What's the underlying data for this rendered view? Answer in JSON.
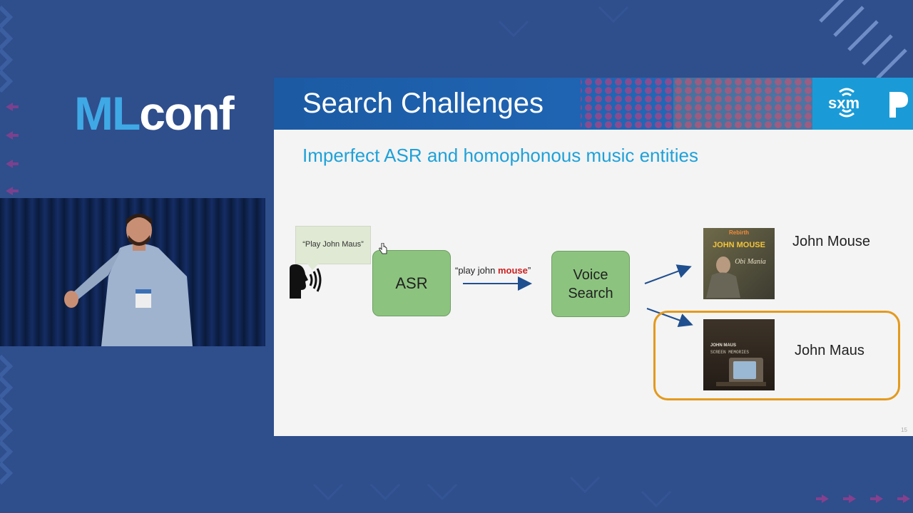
{
  "event": {
    "logo_ml": "ML",
    "logo_conf": "conf"
  },
  "slide": {
    "title": "Search Challenges",
    "subtitle": "Imperfect ASR and homophonous music entities",
    "brand_text": "sxm",
    "brand_letter": "P",
    "bubble_text": "“Play John Maus”",
    "asr_label": "ASR",
    "query_prefix": "“play john ",
    "query_highlight": "mouse",
    "query_suffix": "”",
    "voice_search_line1": "Voice",
    "voice_search_line2": "Search",
    "result1_artist": "John Mouse",
    "result2_artist": "John Maus",
    "album1_text_top": "Rebirth",
    "album1_text_main": "JOHN MOUSE",
    "album1_text_sub": "Obi Mania",
    "album2_text_top": "JOHN MAUS",
    "album2_text_main": "SCREEN MEMORIES",
    "slide_number": "15"
  },
  "colors": {
    "background": "#2f4e8c",
    "header_blue": "#1f5fa8",
    "brand_blue": "#1a9bd7",
    "box_green": "#8cc47f",
    "highlight_orange": "#e39a1d",
    "accent_red": "#cc1f1f",
    "subtitle_blue": "#1fa1d8"
  }
}
